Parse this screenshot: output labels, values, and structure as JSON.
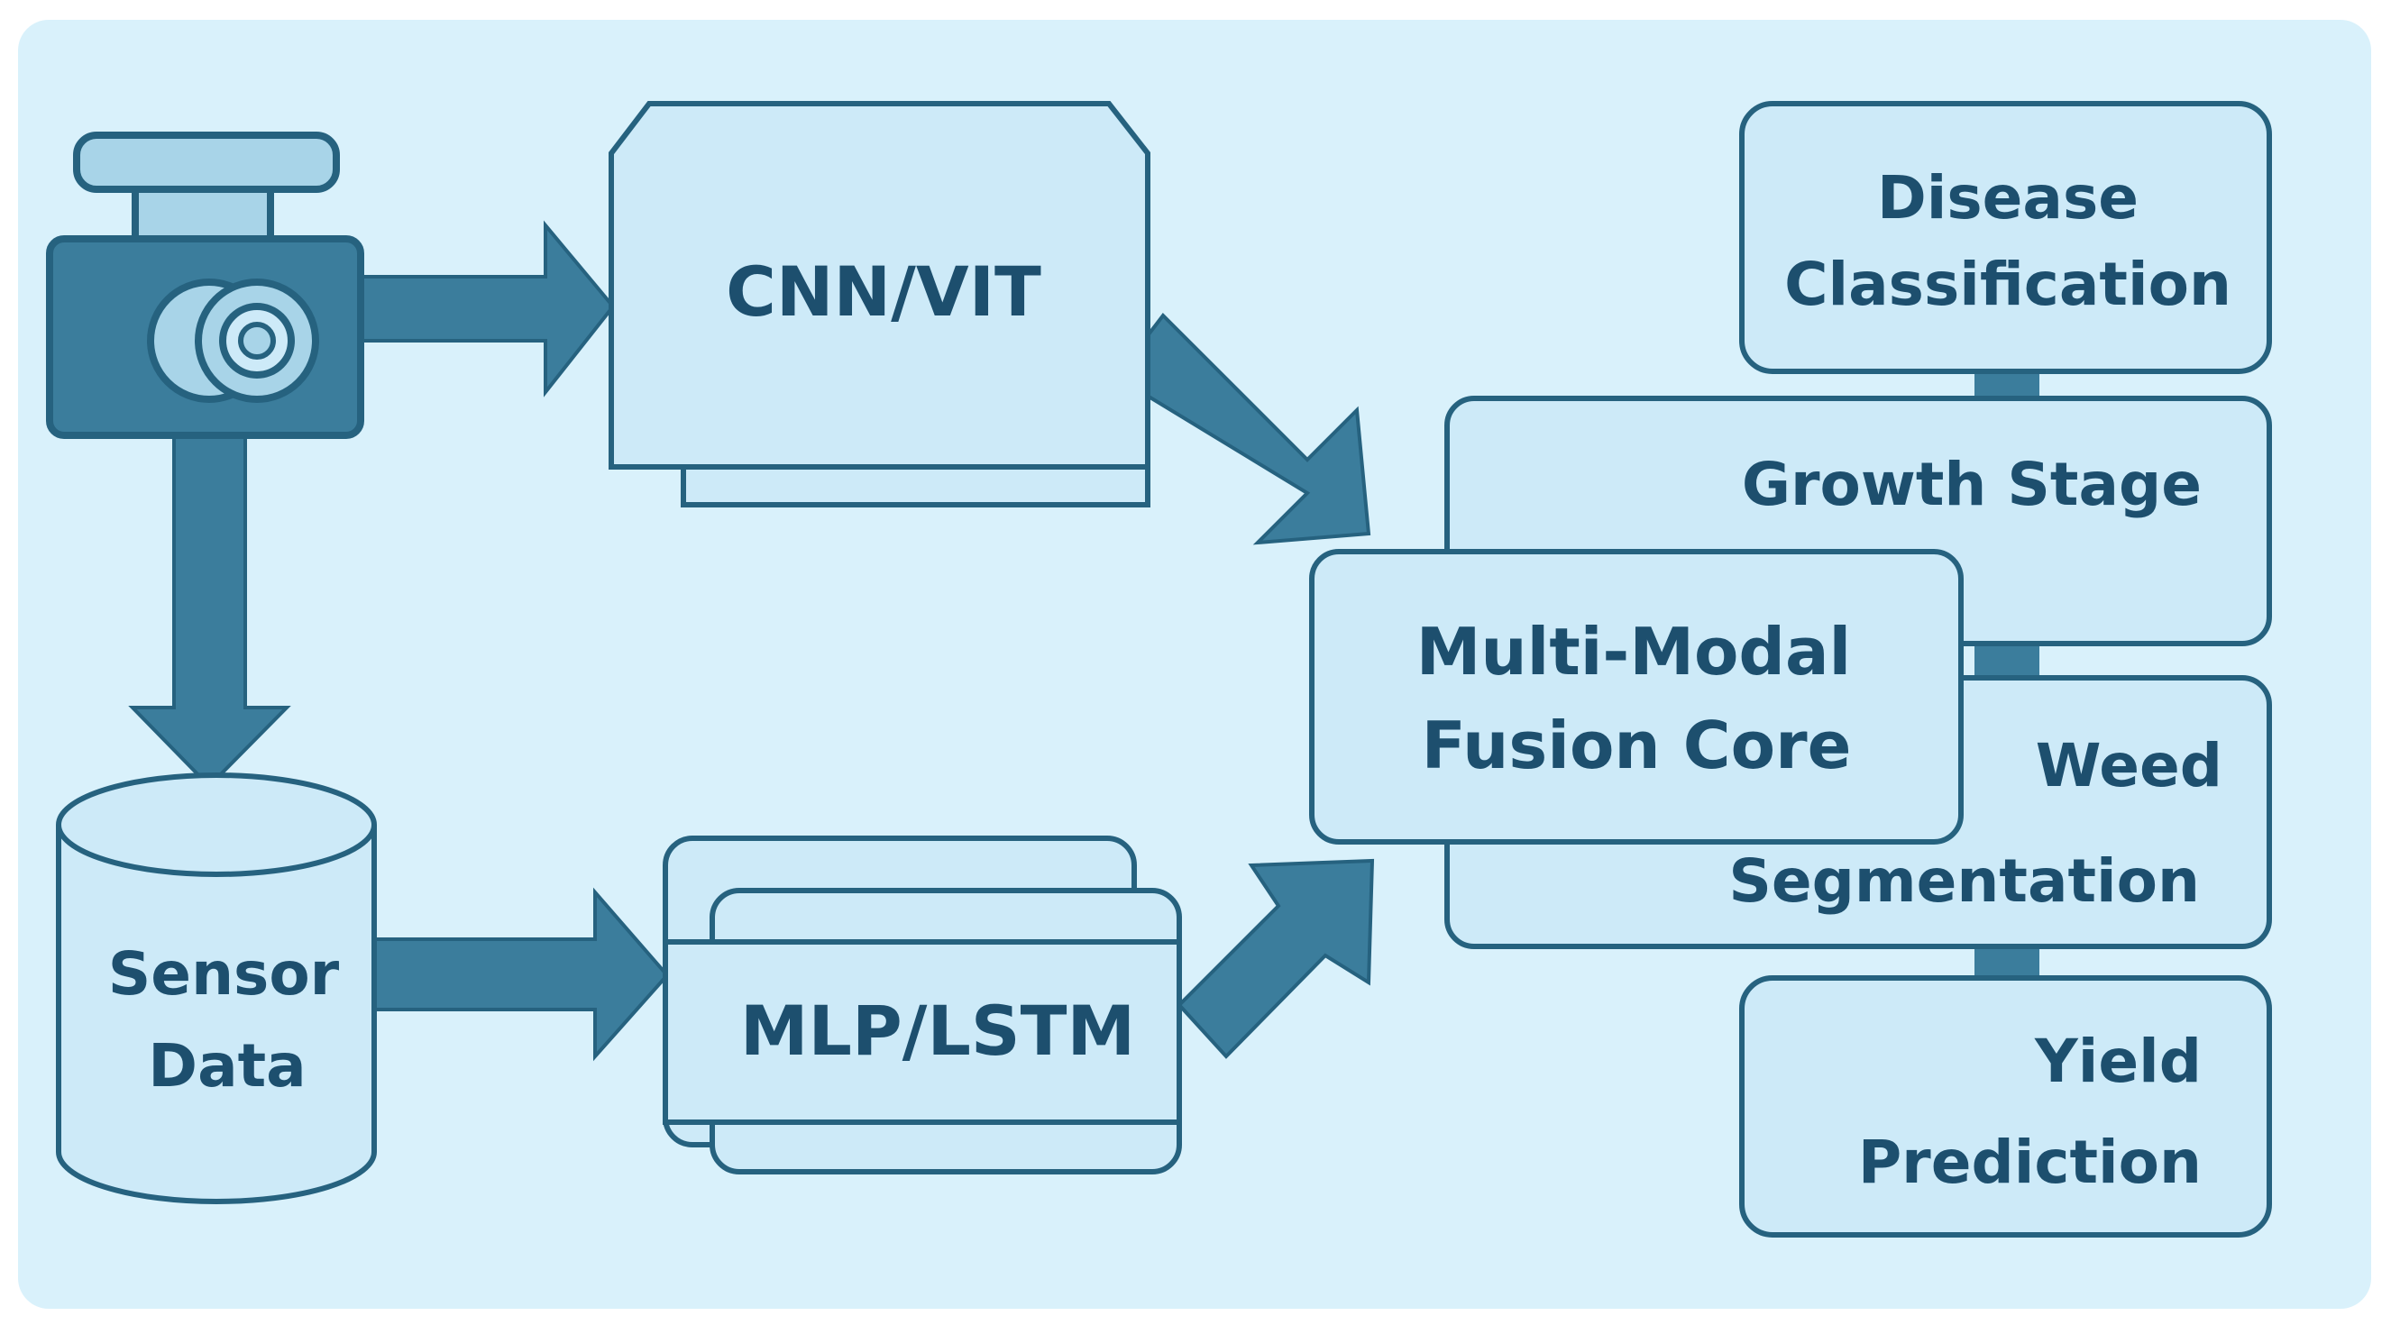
{
  "colors": {
    "panel_background": "#d9f1fb",
    "box_fill": "#cdeaf8",
    "box_stroke": "#26627f",
    "arrow": "#3b7d9c",
    "camera_fill": "#a8d4e8",
    "connector": "#3b7d9c",
    "text": "#1d4f6e"
  },
  "diagram": {
    "inputs": {
      "camera": {
        "icon": "camera-icon"
      },
      "sensor": {
        "icon": "database-cylinder-icon",
        "line1": "Sensor",
        "line2": "Data"
      }
    },
    "encoders": {
      "image": {
        "label": "CNN/VIT"
      },
      "sensor": {
        "label": "MLP/LSTM"
      }
    },
    "fusion": {
      "line1": "Multi-Modal",
      "line2": "Fusion Core"
    },
    "outputs": [
      {
        "line1": "Disease",
        "line2": "Classification"
      },
      {
        "line1": "Growth Stage",
        "line2": ""
      },
      {
        "line1": "Weed",
        "line2": "Segmentation"
      },
      {
        "line1": "Yield",
        "line2": "Prediction"
      }
    ]
  }
}
